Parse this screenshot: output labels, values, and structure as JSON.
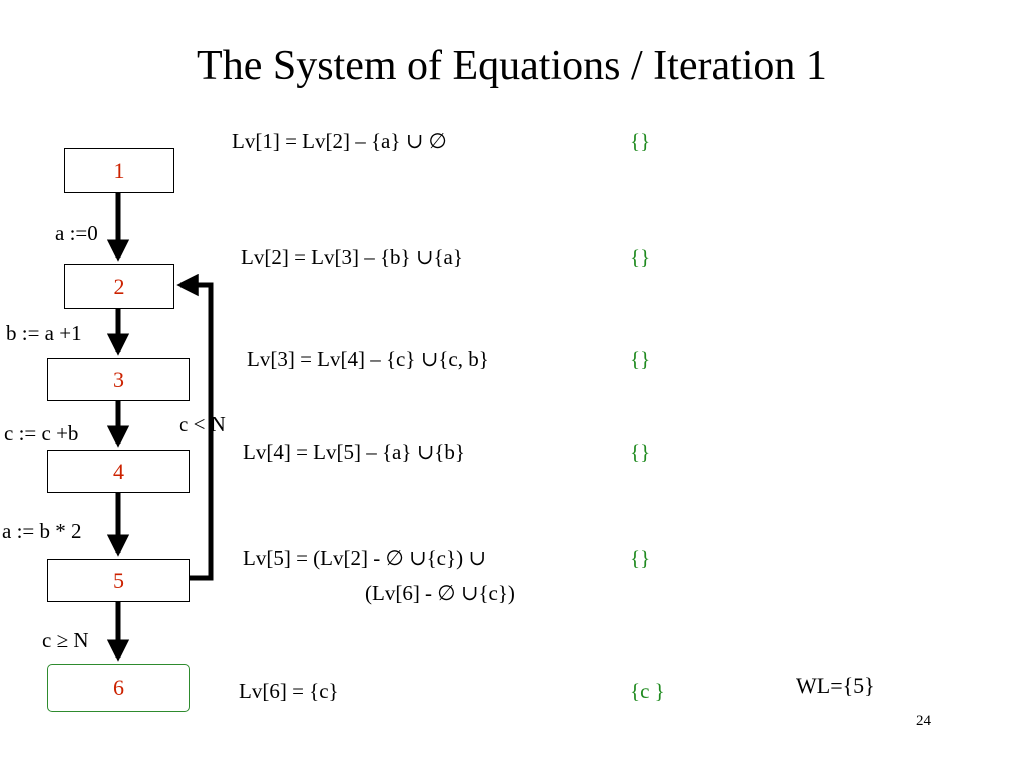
{
  "slide": {
    "title": "The System of Equations / Iteration 1",
    "page_number": "24",
    "worklist": "WL={5}"
  },
  "flow_nodes": [
    "1",
    "2",
    "3",
    "4",
    "5",
    "6"
  ],
  "edge_labels": {
    "e12": "a :=0",
    "e23": "b := a +1",
    "e34": "c := c +b",
    "e45": "a := b * 2",
    "e56": "c ≥ N",
    "back": "c < N"
  },
  "equations": [
    {
      "lhs": "Lv[1] = Lv[2] – {a} ∪ ∅",
      "value": "{}"
    },
    {
      "lhs": "Lv[2] = Lv[3] – {b} ∪{a}",
      "value": "{}"
    },
    {
      "lhs": "Lv[3] = Lv[4] – {c} ∪{c, b}",
      "value": "{}"
    },
    {
      "lhs": "Lv[4] = Lv[5] – {a} ∪{b}",
      "value": "{}"
    },
    {
      "lhs": "Lv[5] = (Lv[2] - ∅ ∪{c})  ∪",
      "lhs2": "(Lv[6] - ∅ ∪{c})",
      "value": "{}"
    },
    {
      "lhs": "Lv[6] = {c}",
      "value": "{c }"
    }
  ],
  "colors": {
    "node_label": "#cc2200",
    "value": "#1f8a1f",
    "final_node_border": "#2e8b2e"
  }
}
